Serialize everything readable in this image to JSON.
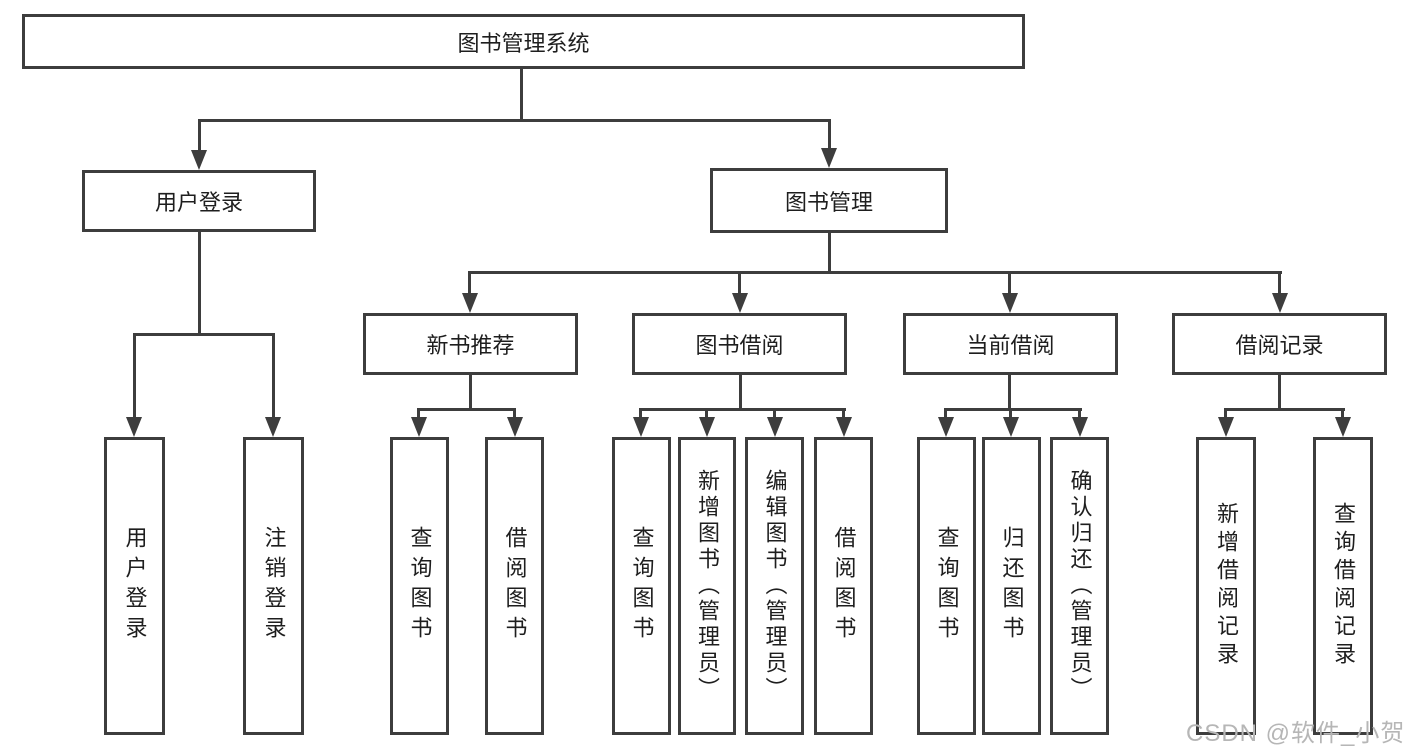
{
  "diagram": {
    "title": "图书管理系统",
    "nodes": {
      "root": "图书管理系统",
      "user_login": "用户登录",
      "book_mgmt": "图书管理",
      "new_book_rec": "新书推荐",
      "book_borrow": "图书借阅",
      "current_borrow": "当前借阅",
      "borrow_record": "借阅记录",
      "leaf_user_login": "用户登录",
      "leaf_logout": "注销登录",
      "leaf_query_book_rec": "查询图书",
      "leaf_borrow_book_rec": "借阅图书",
      "leaf_query_book_borrow": "查询图书",
      "leaf_add_book": "新增图书（管理员）",
      "leaf_edit_book": "编辑图书（管理员）",
      "leaf_borrow_book_borrow": "借阅图书",
      "leaf_query_book_current": "查询图书",
      "leaf_return_book": "归还图书",
      "leaf_confirm_return": "确认归还（管理员）",
      "leaf_add_record": "新增借阅记录",
      "leaf_query_record": "查询借阅记录"
    },
    "hierarchy": {
      "图书管理系统": {
        "用户登录": [
          "用户登录",
          "注销登录"
        ],
        "图书管理": {
          "新书推荐": [
            "查询图书",
            "借阅图书"
          ],
          "图书借阅": [
            "查询图书",
            "新增图书（管理员）",
            "编辑图书（管理员）",
            "借阅图书"
          ],
          "当前借阅": [
            "查询图书",
            "归还图书",
            "确认归还（管理员）"
          ],
          "借阅记录": [
            "新增借阅记录",
            "查询借阅记录"
          ]
        }
      }
    },
    "colors": {
      "line": "#3d3d3d",
      "text": "#1e1e1e",
      "box_background": "#ffffff",
      "watermark": "#b6b6b6"
    }
  },
  "watermark": {
    "text": "CSDN @软件_小贺同学"
  }
}
